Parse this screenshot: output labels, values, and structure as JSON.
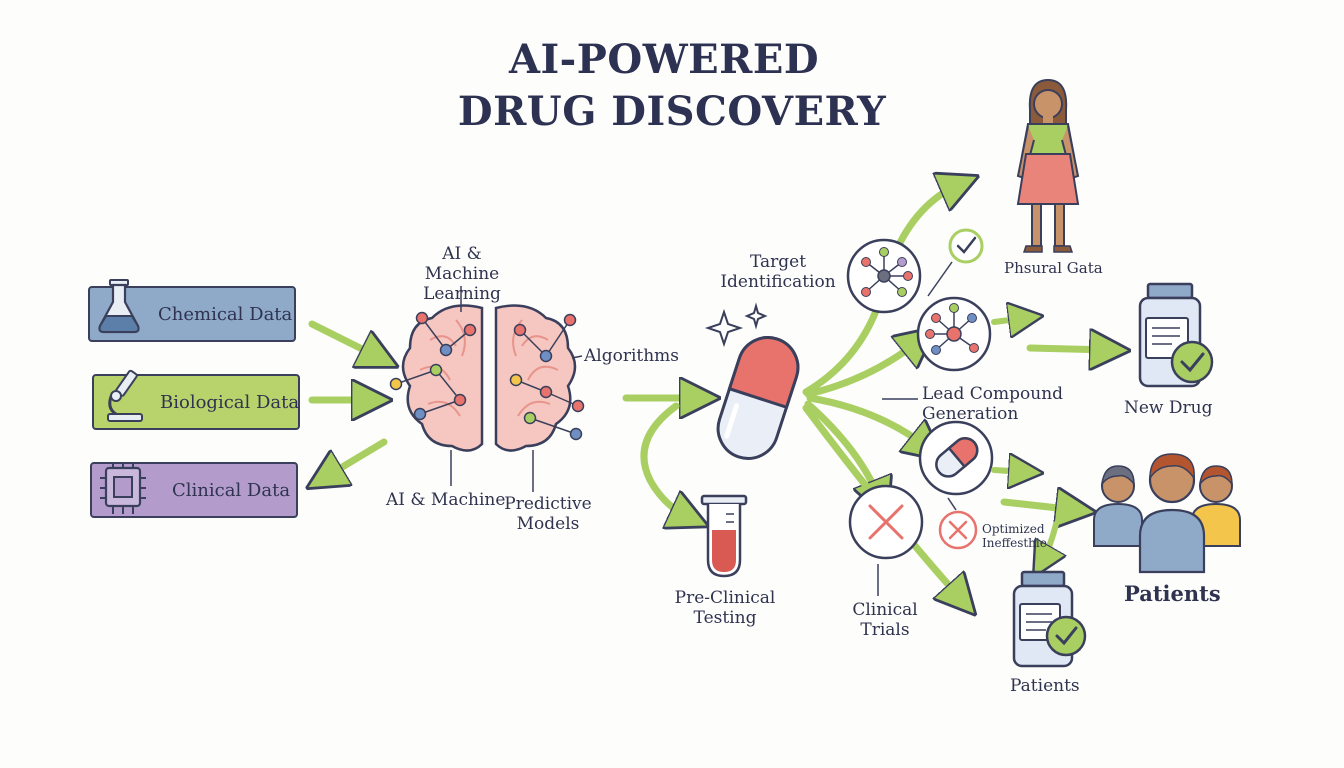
{
  "title": {
    "line1": "AI-POWERED",
    "line2": "DRUG DISCOVERY"
  },
  "inputs": {
    "chemical": "Chemical Data",
    "biological": "Biological Data",
    "clinical": "Clinical Data"
  },
  "brain": {
    "label_top": "AI & Machine Learning",
    "label_algorithms": "Algorithms",
    "label_bottom_left": "AI & Machine",
    "label_bottom_right": "Predictive Models"
  },
  "stages": {
    "target": "Target Identification",
    "pre_clinical": "Pre-Clinical Testing",
    "lead_compound": "Lead Compound Generation",
    "clinical_trials": "Clinical Trials",
    "optimized": "Optimized Ineffesthie"
  },
  "outputs": {
    "personal_data": "Phsural Gata",
    "new_drug": "New Drug",
    "patients_group": "Patients",
    "patients_bottle": "Patients"
  },
  "colors": {
    "chemical": "#8fa9c9",
    "biological": "#b8d36b",
    "clinical": "#b39ccb",
    "arrow": "#a9cf62",
    "outline": "#3a3f5c",
    "accent_red": "#e8736c"
  }
}
